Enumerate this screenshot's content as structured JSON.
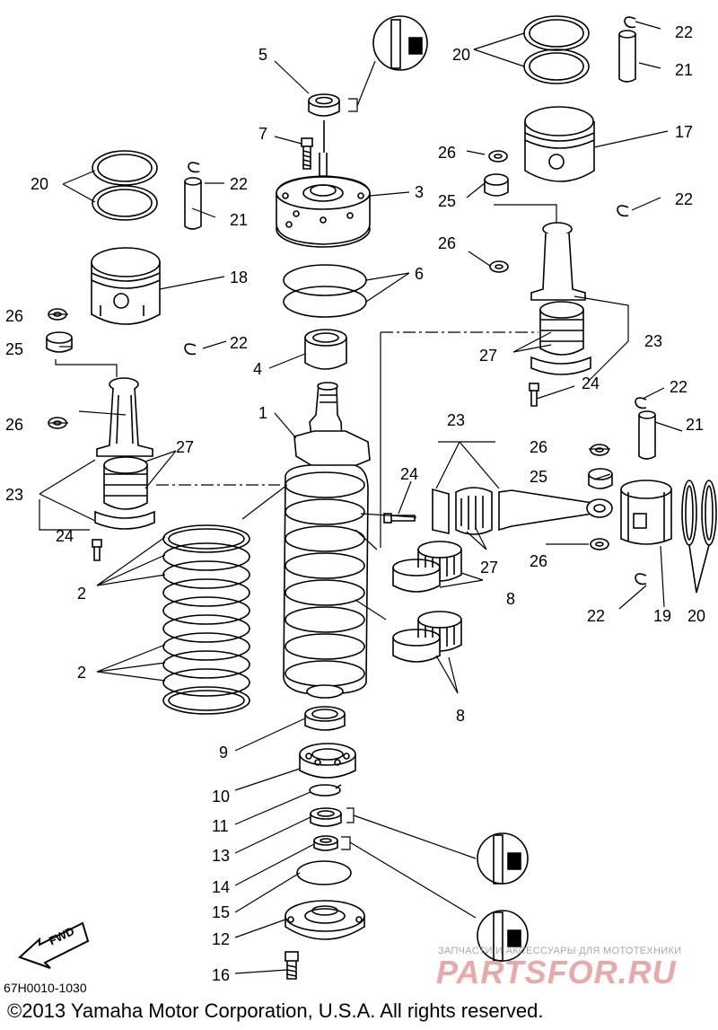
{
  "diagram": {
    "callouts": [
      {
        "id": "c5",
        "text": "5"
      },
      {
        "id": "c7",
        "text": "7"
      },
      {
        "id": "c3",
        "text": "3"
      },
      {
        "id": "c6",
        "text": "6"
      },
      {
        "id": "c4",
        "text": "4"
      },
      {
        "id": "c1",
        "text": "1"
      },
      {
        "id": "c20a",
        "text": "20"
      },
      {
        "id": "c22a",
        "text": "22"
      },
      {
        "id": "c21a",
        "text": "21"
      },
      {
        "id": "c18",
        "text": "18"
      },
      {
        "id": "c26a",
        "text": "26"
      },
      {
        "id": "c25a",
        "text": "25"
      },
      {
        "id": "c22b",
        "text": "22"
      },
      {
        "id": "c26b",
        "text": "26"
      },
      {
        "id": "c27a",
        "text": "27"
      },
      {
        "id": "c23a",
        "text": "23"
      },
      {
        "id": "c24a",
        "text": "24"
      },
      {
        "id": "c2a",
        "text": "2"
      },
      {
        "id": "c2b",
        "text": "2"
      },
      {
        "id": "c20b",
        "text": "20"
      },
      {
        "id": "c22c",
        "text": "22"
      },
      {
        "id": "c21b",
        "text": "21"
      },
      {
        "id": "c17",
        "text": "17"
      },
      {
        "id": "c26c",
        "text": "26"
      },
      {
        "id": "c25b",
        "text": "25"
      },
      {
        "id": "c22d",
        "text": "22"
      },
      {
        "id": "c26d",
        "text": "26"
      },
      {
        "id": "c23b",
        "text": "23"
      },
      {
        "id": "c27b",
        "text": "27"
      },
      {
        "id": "c24b",
        "text": "24"
      },
      {
        "id": "c22e",
        "text": "22"
      },
      {
        "id": "c21c",
        "text": "21"
      },
      {
        "id": "c26e",
        "text": "26"
      },
      {
        "id": "c25c",
        "text": "25"
      },
      {
        "id": "c23c",
        "text": "23"
      },
      {
        "id": "c24c",
        "text": "24"
      },
      {
        "id": "c27c",
        "text": "27"
      },
      {
        "id": "c26f",
        "text": "26"
      },
      {
        "id": "c8a",
        "text": "8"
      },
      {
        "id": "c8b",
        "text": "8"
      },
      {
        "id": "c22f",
        "text": "22"
      },
      {
        "id": "c19",
        "text": "19"
      },
      {
        "id": "c20c",
        "text": "20"
      },
      {
        "id": "c9",
        "text": "9"
      },
      {
        "id": "c10",
        "text": "10"
      },
      {
        "id": "c11",
        "text": "11"
      },
      {
        "id": "c13",
        "text": "13"
      },
      {
        "id": "c14",
        "text": "14"
      },
      {
        "id": "c15",
        "text": "15"
      },
      {
        "id": "c12",
        "text": "12"
      },
      {
        "id": "c16",
        "text": "16"
      }
    ],
    "fwd_label": "FWD",
    "reference_code": "67H0010-1030",
    "copyright": "©2013 Yamaha Motor Corporation, U.S.A. All rights reserved.",
    "watermark_caption": "ЗАПЧАСТИ И АКСЕССУАРЫ ДЛЯ МОТОТЕХНИКИ",
    "watermark_logo": "PARTSFOR.RU"
  }
}
